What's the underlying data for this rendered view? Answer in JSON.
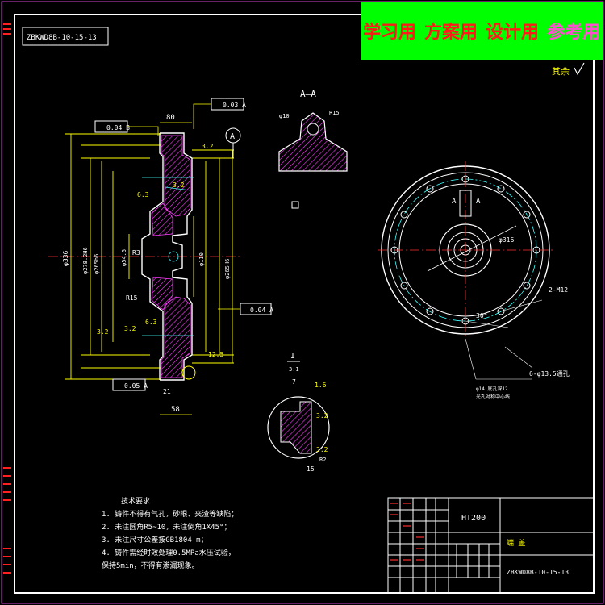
{
  "banner": {
    "items": [
      {
        "text": "学习用",
        "color": "#ff1a1a"
      },
      {
        "text": "方案用",
        "color": "#ff1a1a"
      },
      {
        "text": "设计用",
        "color": "#ff1a1a"
      },
      {
        "text": "参考用",
        "color": "#ff4fd0"
      }
    ]
  },
  "drawing": {
    "part_number_mirror": "ZBKWD8B-10-15-13",
    "roughness_rest": "其余",
    "section_label": "A–A",
    "datum_label": "A",
    "detail_label": "I",
    "detail_scale": "3:1",
    "material": "HT200",
    "part_name": "端 盖",
    "part_number": "ZBKWD8B-10-15-13"
  },
  "dimensions": {
    "top_width": "80",
    "bottom_width": "58",
    "bottom_small": "21",
    "dia_336": "φ336",
    "dia_278": "φ278.2H6",
    "dia_265": "φ265h6",
    "dia_265b": "φ265H6",
    "dia_110": "φ110",
    "dia_54": "φ54.5",
    "radius_r15": "R15",
    "radius_r3": "R3",
    "section_dia": "φ10",
    "section_r": "R15",
    "pcd_dia": "φ316",
    "angle_30": "30°",
    "holes_n12": "2-M12",
    "holes_6": "6-φ13.5通孔",
    "hole_note": "φ14 底孔深12",
    "hole_note2": "光孔对称中心线",
    "detail_7": "7",
    "detail_15": "15",
    "detail_r": "R2"
  },
  "tolerances": {
    "parallel_top": "0.03 A",
    "flatness_left": "0.04 B",
    "runout_right": "0.04 A",
    "runout_bottom": "0.05 A"
  },
  "roughness": {
    "r1": "6.3",
    "r2": "3.2",
    "r3": "3.2",
    "r4": "3.2",
    "r5": "12.5",
    "r6": "6.3",
    "r7": "3.2",
    "r8": "3.2",
    "r9": "1.6",
    "r10": "3.2",
    "r11": "3.2"
  },
  "tech_req": {
    "title": "技术要求",
    "lines": [
      "1. 铸件不得有气孔，砂眼、夹渣等缺陷；",
      "2. 未注圆角R5~10，未注倒角1X45°；",
      "3. 未注尺寸公差按GB1804—m；",
      "4. 铸件需经时效处理0.5MPa水压试验，",
      "   保持5min，不得有渗漏现象。"
    ]
  }
}
